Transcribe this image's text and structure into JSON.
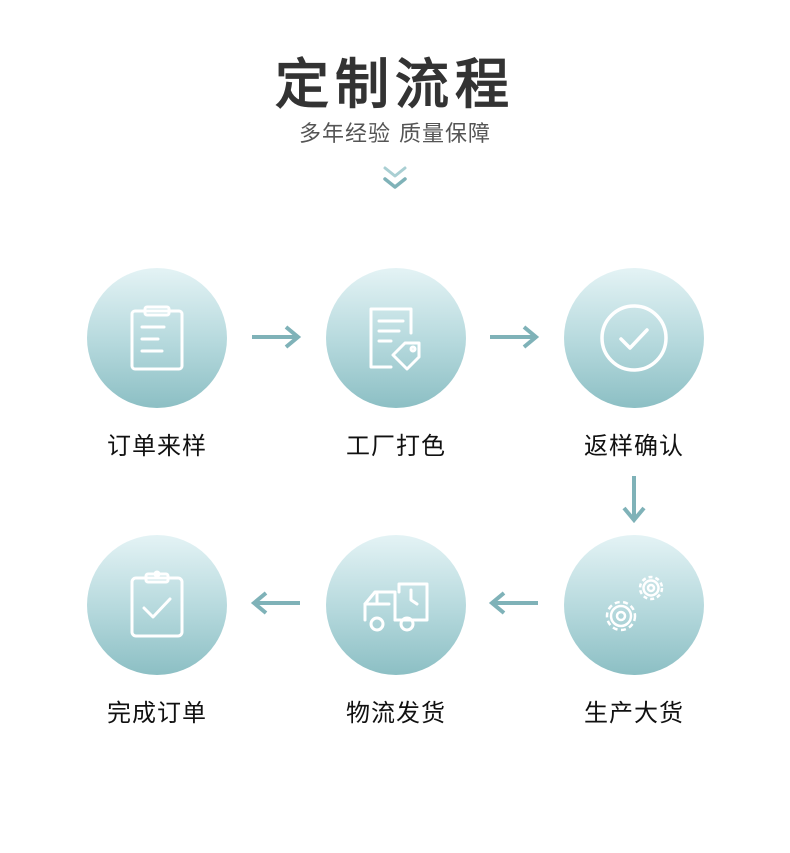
{
  "header": {
    "title": "定制流程",
    "subtitle": "多年经验 质量保障",
    "chevron_icon": "double-chevron-down-icon"
  },
  "steps": [
    {
      "label": "订单来样",
      "icon": "clipboard-list-icon"
    },
    {
      "label": "工厂打色",
      "icon": "document-tag-icon"
    },
    {
      "label": "返样确认",
      "icon": "check-circle-icon"
    },
    {
      "label": "生产大货",
      "icon": "gears-icon"
    },
    {
      "label": "物流发货",
      "icon": "delivery-truck-icon"
    },
    {
      "label": "完成订单",
      "icon": "clipboard-check-icon"
    }
  ],
  "colors": {
    "arrow": "#7fb2b8",
    "circle_top": "#e4f3f5",
    "circle_bottom": "#8cbfc4",
    "icon": "#ffffff",
    "title": "#333333"
  }
}
